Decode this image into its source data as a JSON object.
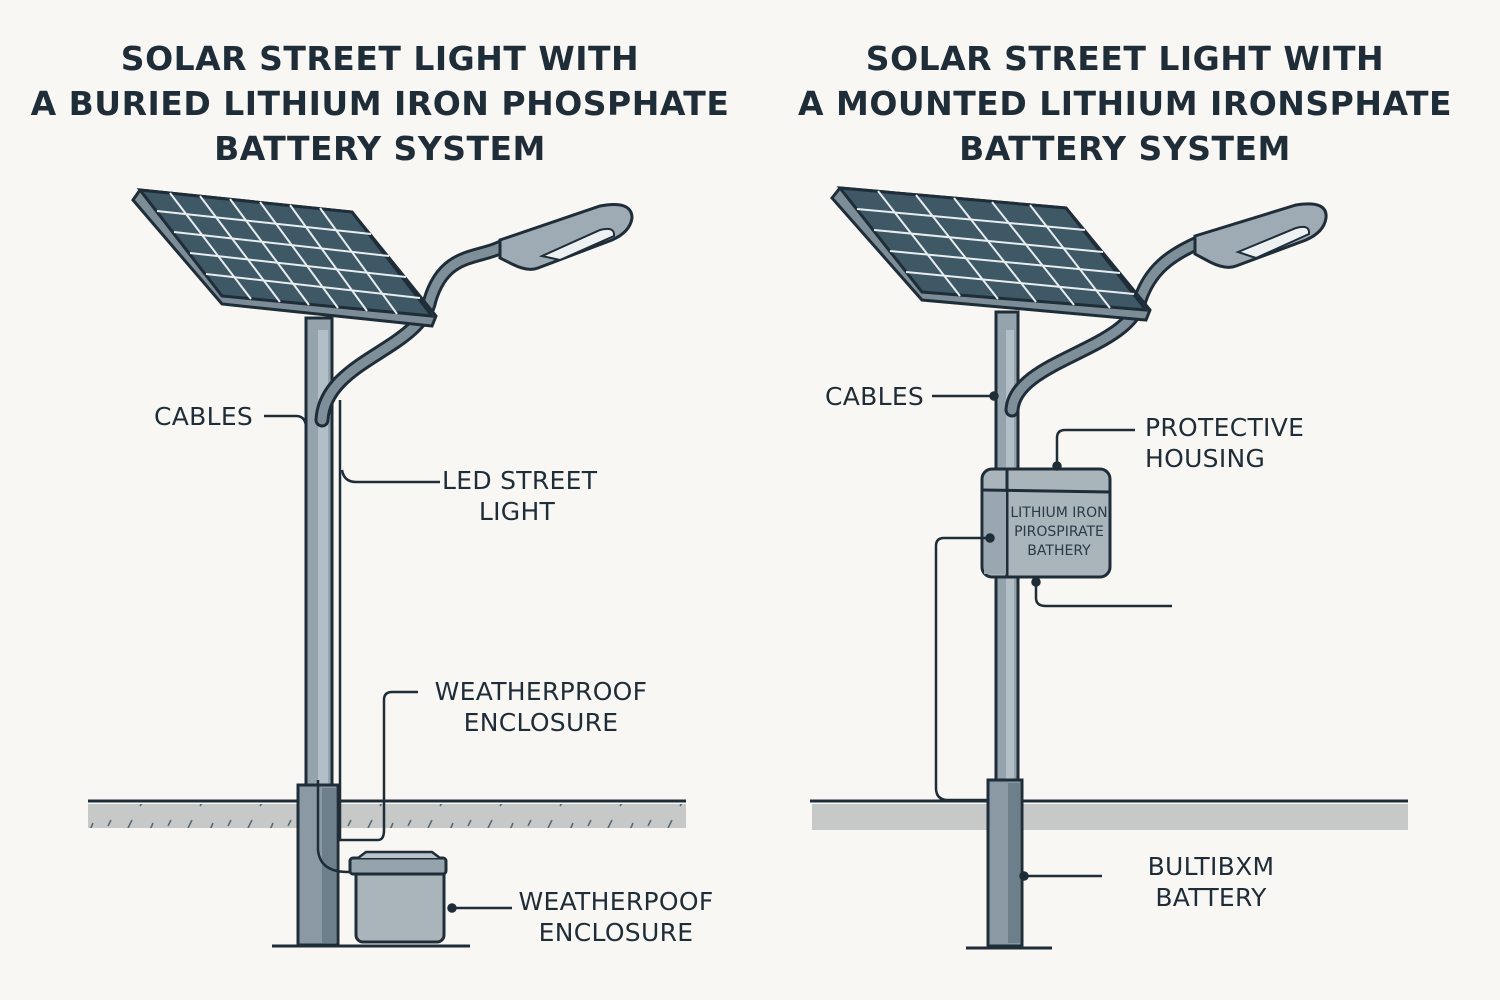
{
  "left_panel": {
    "title_lines": [
      "SOLAR STREET LIGHT WITH",
      "A BURIED LITHIUM IRON PHOSPHATE",
      "BATTERY SYSTEM"
    ],
    "labels": {
      "cables": "CABLES",
      "led_street_light": [
        "LED STREET",
        "LIGHT"
      ],
      "weatherproof_enclosure_upper": [
        "WEATHERPROOF",
        "ENCLOSURE"
      ],
      "weatherproof_enclosure_lower": [
        "WEATHERPOOF",
        "ENCLOSURE"
      ]
    }
  },
  "right_panel": {
    "title_lines": [
      "SOLAR STREET LIGHT WITH",
      "A MOUNTED LITHIUM IRONSPHATE",
      "BATTERY SYSTEM"
    ],
    "labels": {
      "cables": "CABLES",
      "protective_housing": [
        "PROTECTIVE",
        "HOUSING"
      ],
      "battery_box_text": [
        "LITHIUM IRON",
        "PIROSPIRATE",
        "BATHERY"
      ],
      "builtin_battery": [
        "BULTIBXM",
        "BATTERY"
      ]
    }
  },
  "colors": {
    "background": "#f8f7f3",
    "ink": "#1f2d38",
    "panel_cells": "#3e5866",
    "pole": "#8c9aa4",
    "pole_shade": "#6d7f8b",
    "ground": "#c7c9c8"
  }
}
